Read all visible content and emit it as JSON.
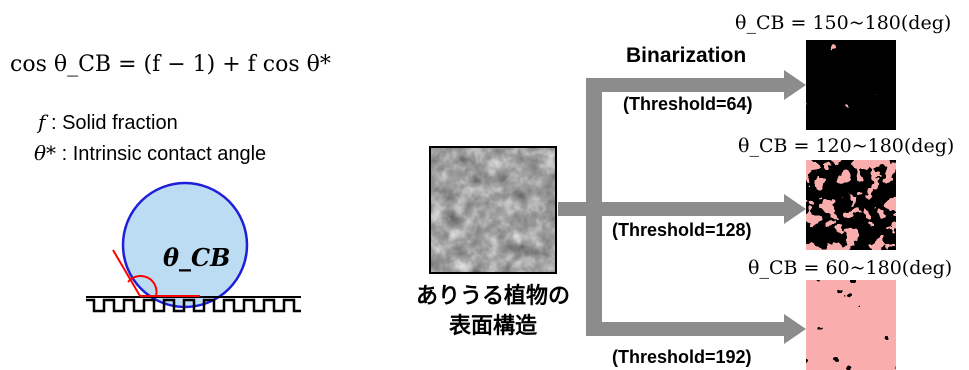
{
  "model": {
    "equation": "cos θ_CB = (f − 1) + f cos θ*",
    "defs": [
      {
        "symbol": "f",
        "text": ": Solid fraction"
      },
      {
        "symbol": "θ*",
        "text": ": Intrinsic contact angle"
      }
    ],
    "droplet_label": "θ_CB"
  },
  "pipeline": {
    "source_label_line1": "ありうる植物の",
    "source_label_line2": "表面構造",
    "step_label": "Binarization",
    "branches": [
      {
        "threshold": "(Threshold=64)",
        "angle": "θ_CB = 150~180(deg)"
      },
      {
        "threshold": "(Threshold=128)",
        "angle": "θ_CB = 120~180(deg)"
      },
      {
        "threshold": "(Threshold=192)",
        "angle": "θ_CB = 60~180(deg)"
      }
    ]
  },
  "colors": {
    "droplet_fill": "#bcdcf4",
    "droplet_stroke": "#1f1fd9",
    "arrow": "#8c8c8c",
    "binary_fill": "#f26b6b",
    "contact_line": "#ff0000"
  }
}
